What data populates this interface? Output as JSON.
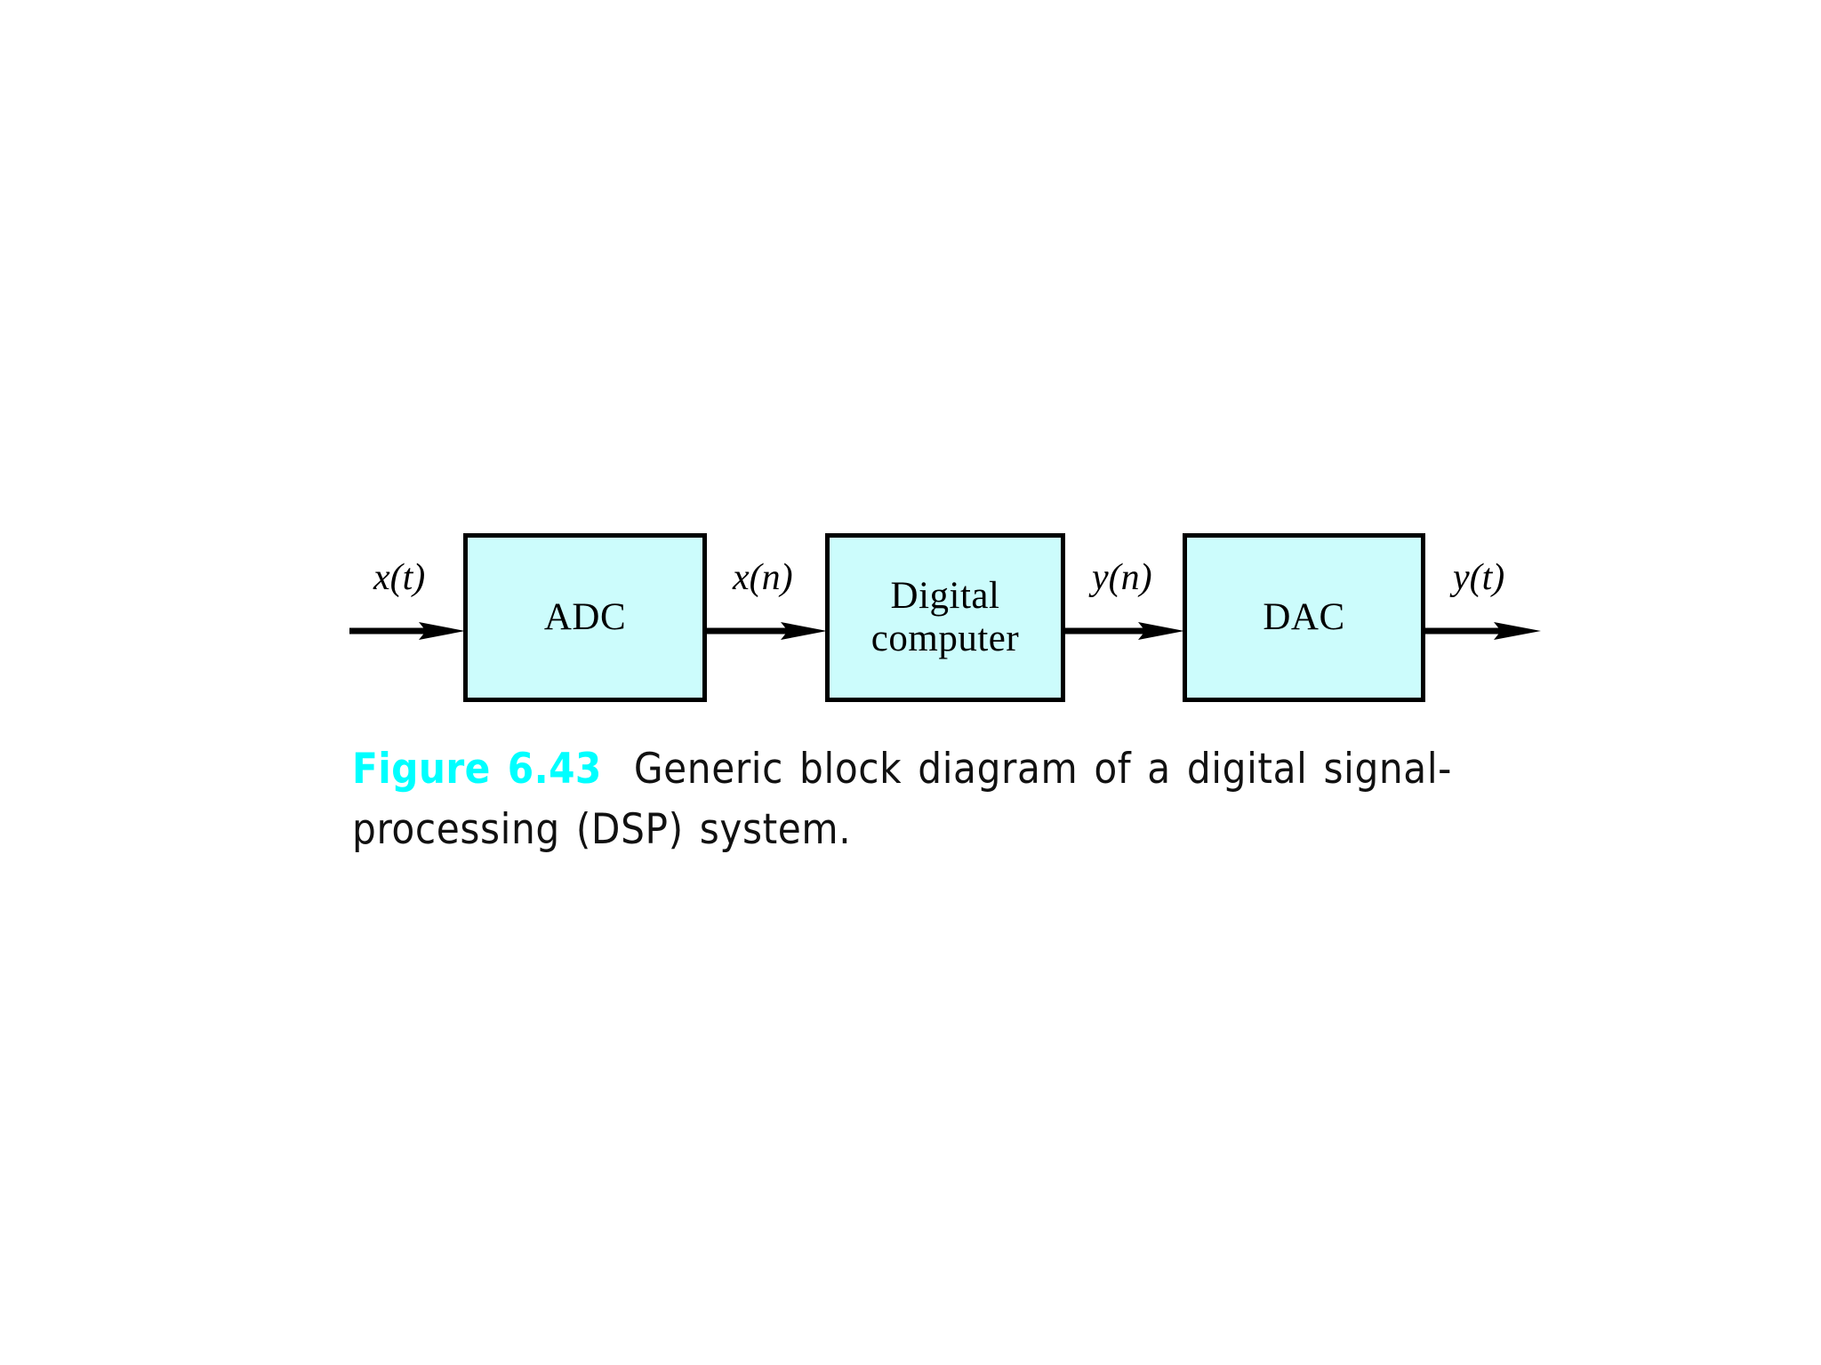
{
  "figure": {
    "caption_number": "Figure 6.43",
    "caption_text": "Generic block diagram of a digital signal-processing (DSP) system.",
    "caption_number_color": "#00ffff",
    "caption_text_color": "#111111"
  },
  "diagram": {
    "type": "block-diagram",
    "background_color": "#ffffff",
    "block_fill_color": "#ccfcfc",
    "block_border_color": "#000000",
    "blocks": [
      {
        "id": "adc",
        "label": "ADC"
      },
      {
        "id": "digital-computer",
        "label": "Digital\ncomputer"
      },
      {
        "id": "dac",
        "label": "DAC"
      }
    ],
    "signals": [
      {
        "id": "x-t",
        "label": "x(t)",
        "role": "input-analog"
      },
      {
        "id": "x-n",
        "label": "x(n)",
        "role": "digital-input"
      },
      {
        "id": "y-n",
        "label": "y(n)",
        "role": "digital-output"
      },
      {
        "id": "y-t",
        "label": "y(t)",
        "role": "output-analog"
      }
    ],
    "flow": "x(t) -> ADC -> x(n) -> Digital computer -> y(n) -> DAC -> y(t)"
  }
}
